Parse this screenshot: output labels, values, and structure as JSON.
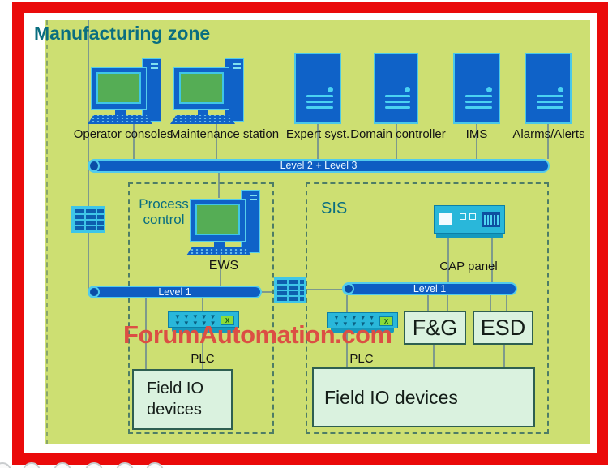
{
  "title": "Manufacturing zone",
  "zones": {
    "process_control": {
      "label": "Process control"
    },
    "sis": {
      "label": "SIS"
    }
  },
  "top_devices": [
    {
      "type": "workstation",
      "label": "Operator consoles"
    },
    {
      "type": "workstation",
      "label": "Maintenance station"
    },
    {
      "type": "server",
      "label": "Expert syst."
    },
    {
      "type": "server",
      "label": "Domain controller"
    },
    {
      "type": "server",
      "label": "IMS"
    },
    {
      "type": "server",
      "label": "Alarms/Alerts"
    }
  ],
  "buses": {
    "level23": "Level 2 + Level 3",
    "level1_left": "Level 1",
    "level1_right": "Level 1"
  },
  "nodes": {
    "ews": "EWS",
    "cap_panel": "CAP panel",
    "plc_left": "PLC",
    "plc_right": "PLC",
    "fg": "F&G",
    "esd": "ESD",
    "field_io_left": "Field IO devices",
    "field_io_right": "Field IO devices"
  },
  "watermark": "ForumAutomation.com",
  "colors": {
    "background": "#cddf72",
    "frame_red": "#ea0a0a",
    "device_blue": "#0f62c8",
    "bus_blue": "#0e5dc2",
    "cyan_accent": "#49c8e9",
    "screen_green": "#55ad55",
    "panel_cyan": "#29b7da",
    "pale_box_fill": "#daf2df",
    "pale_box_border": "#2e5f51",
    "teal_text": "#0a6e80",
    "watermark_red": "#dc4f44"
  },
  "footer": {
    "partially_visible_action_buttons": 6
  }
}
